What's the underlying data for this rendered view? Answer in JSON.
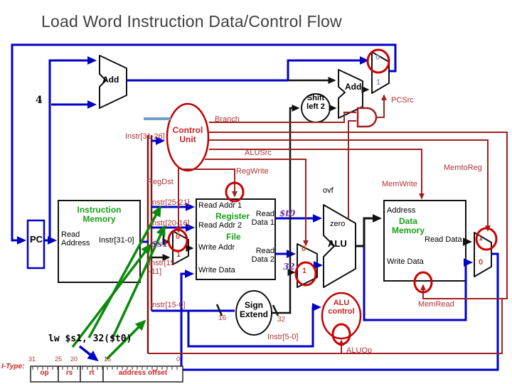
{
  "title": "Load Word Instruction Data/Control Flow",
  "example": {
    "assembly": "lw $s1, 32($t0)"
  },
  "format": {
    "type_label": "I-Type:",
    "bit_positions": [
      "31",
      "25",
      "20",
      "15",
      "0"
    ],
    "fields": [
      "op",
      "rs",
      "rt",
      "address offset"
    ]
  },
  "components": {
    "pc": "PC",
    "pc_adder": "Add",
    "branch_adder": "Add",
    "increment_value": "4",
    "shift_left": "Shift left 2",
    "control_unit": "Control Unit",
    "alu": "ALU",
    "alu_zero": "zero",
    "alu_overflow": "ovf",
    "alu_control": "ALU control",
    "sign_extend": "Sign Extend",
    "sign_extend_in_width": "16",
    "sign_extend_out_width": "32",
    "instruction_memory": {
      "title": "Instruction Memory",
      "read_address": "Read Address",
      "output": "Instr[31-0]"
    },
    "register_file": {
      "title_top": "Register",
      "title_bottom": "File",
      "read_addr_1": "Read Addr 1",
      "read_addr_2": "Read Addr 2",
      "write_addr": "Write Addr",
      "write_data": "Write Data",
      "read_data_1": "Read Data 1",
      "read_data_2": "Read Data 2"
    },
    "data_memory": {
      "title": "Data Memory",
      "address": "Address",
      "write_data": "Write Data",
      "read_data": "Read Data"
    }
  },
  "control_signals": {
    "branch": "Branch",
    "alu_src": "ALUSrc",
    "reg_dst": "RegDst",
    "reg_write": "RegWrite",
    "mem_to_reg": "MemtoReg",
    "mem_write": "MemWrite",
    "mem_read": "MemRead",
    "alu_op": "ALUOp",
    "pc_src": "PCSrc"
  },
  "instruction_fields": {
    "opcode": "Instr[31-26]",
    "rs": "Instr[25-21]",
    "rt": "Instr[20-16]",
    "rd": "Instr[15 -11]",
    "immediate": "Instr[15-0]",
    "funct": "Instr[5-0]"
  },
  "values": {
    "base_register": "$t0",
    "dest_register": "$s1",
    "offset": "32"
  },
  "muxes": {
    "pc_src": {
      "input_top": "0",
      "input_bottom": "1"
    },
    "reg_dst": {
      "input_top": "0",
      "input_bottom": "1"
    },
    "alu_src": {
      "input_top": "0",
      "input_bottom": "1"
    },
    "mem_to_reg": {
      "input_top": "1",
      "input_bottom": "0"
    }
  },
  "colors": {
    "active_data_wire": "#0000c8",
    "inactive_data_wire": "#111111",
    "control_wire": "#a02020",
    "highlight_circle": "#cc0000",
    "field_flow_arrow": "#0a8a0a",
    "memory_title": "#18a018",
    "value_text": "#7030a0"
  }
}
